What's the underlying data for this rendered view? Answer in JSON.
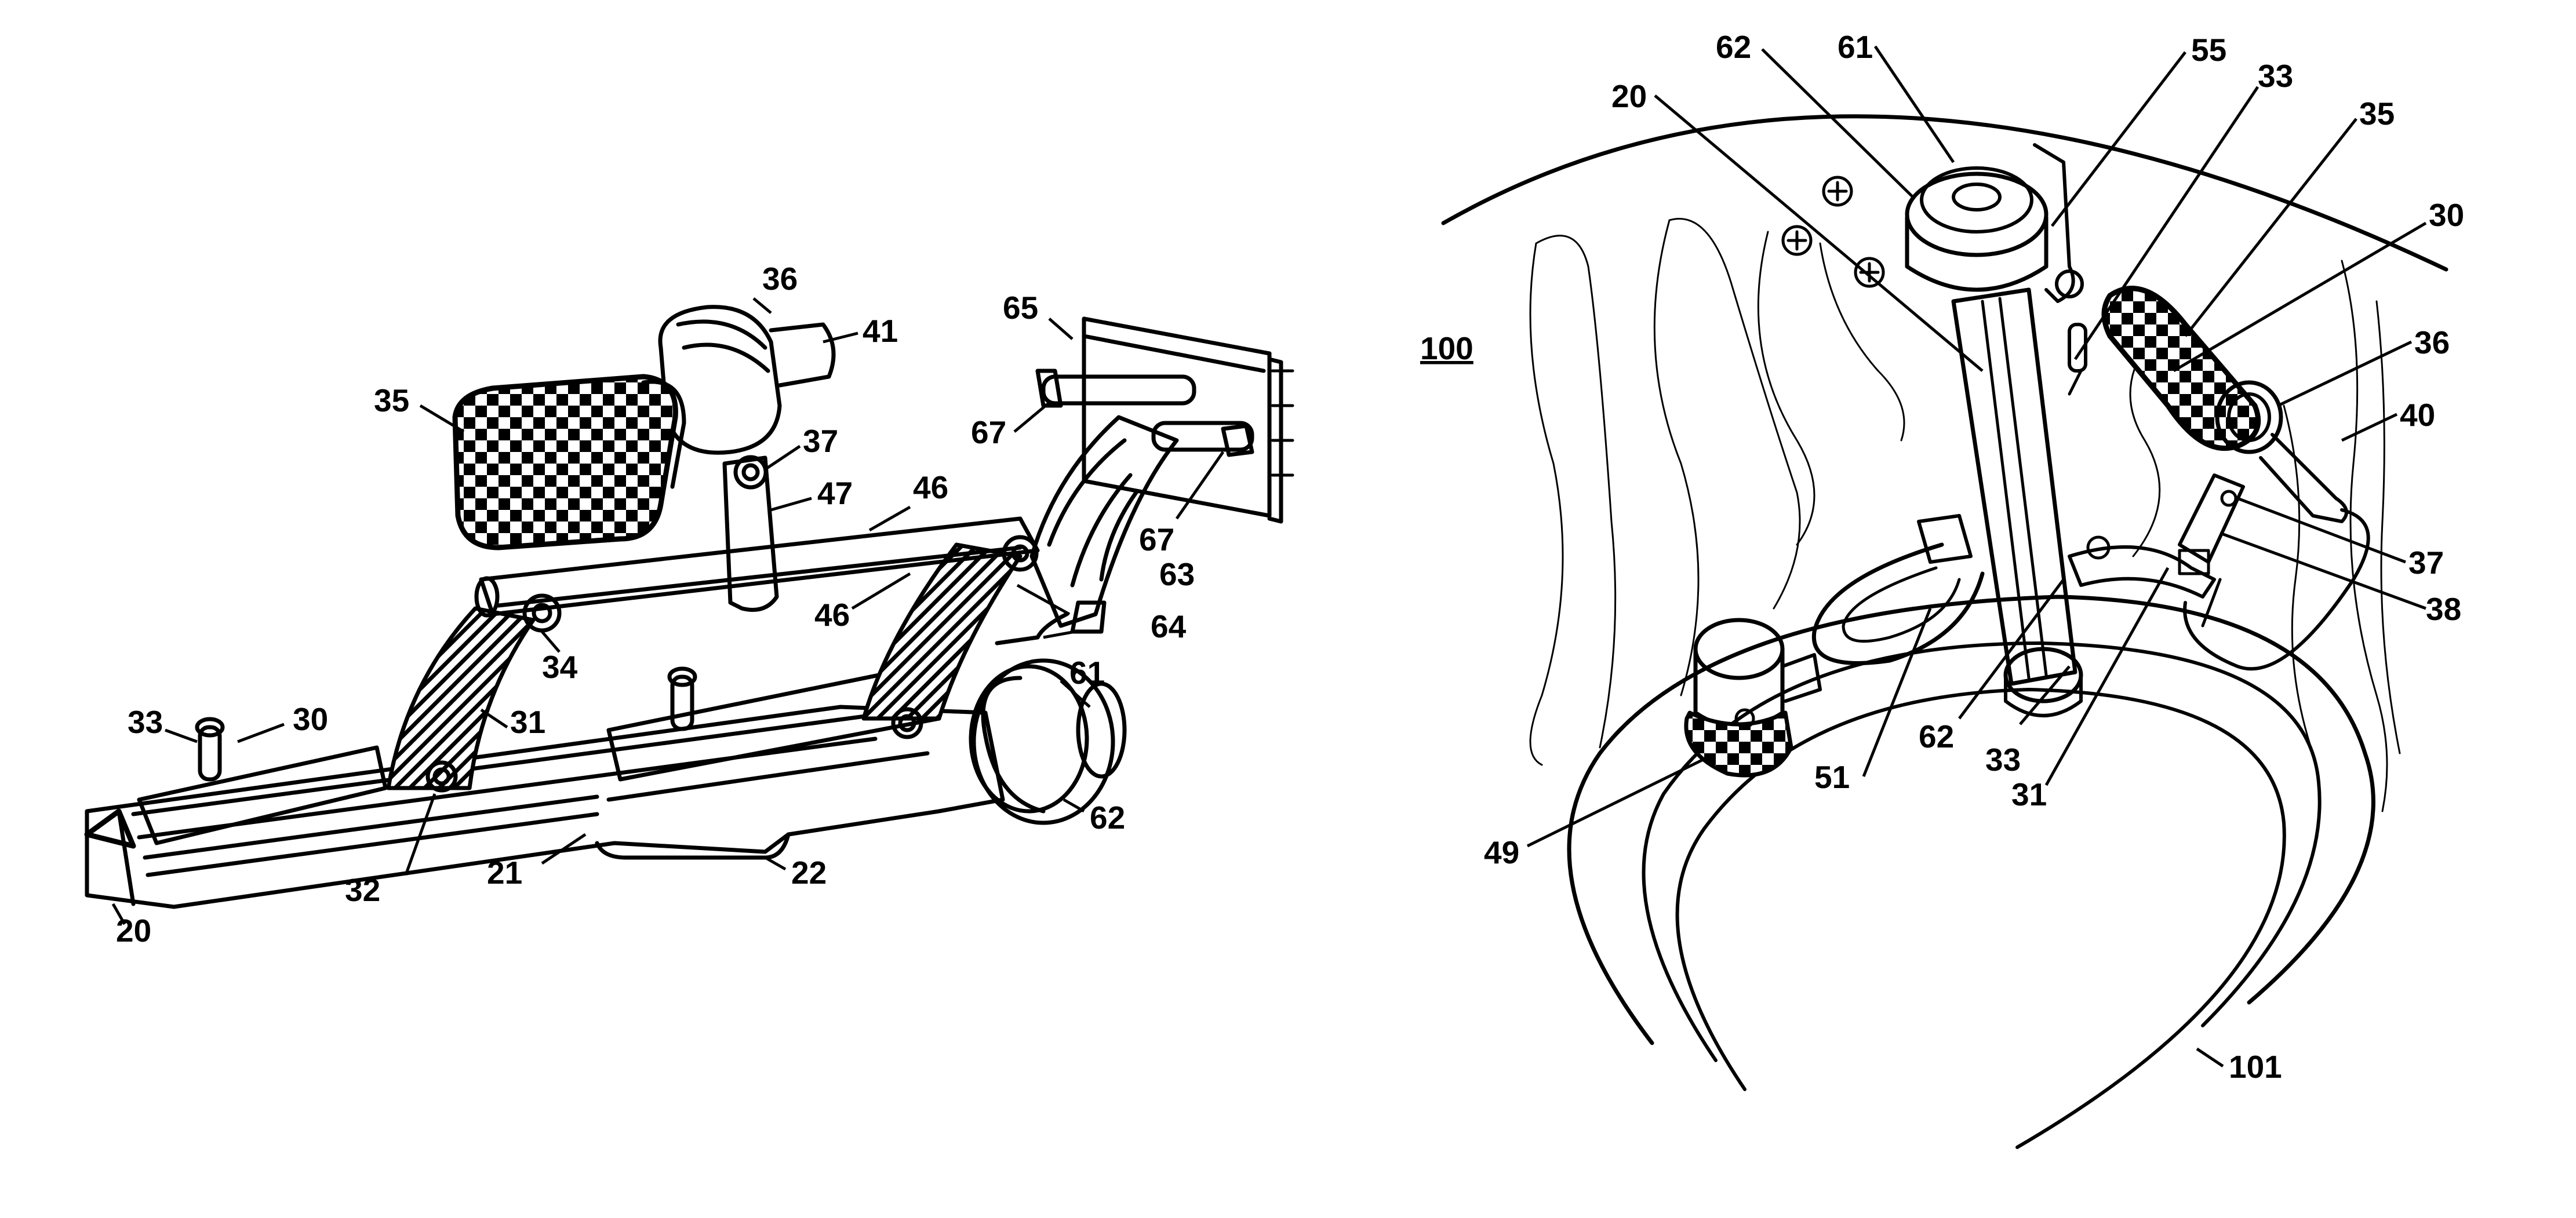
{
  "figure": {
    "left_view": {
      "labels": [
        "36",
        "41",
        "65",
        "35",
        "67",
        "37",
        "47",
        "46",
        "67",
        "63",
        "46",
        "64",
        "34",
        "33",
        "30",
        "31",
        "61",
        "62",
        "32",
        "21",
        "22",
        "20"
      ]
    },
    "right_view": {
      "labels": [
        "62",
        "61",
        "55",
        "33",
        "20",
        "35",
        "30",
        "100",
        "36",
        "40",
        "37",
        "38",
        "62",
        "33",
        "51",
        "31",
        "49",
        "101"
      ]
    }
  }
}
